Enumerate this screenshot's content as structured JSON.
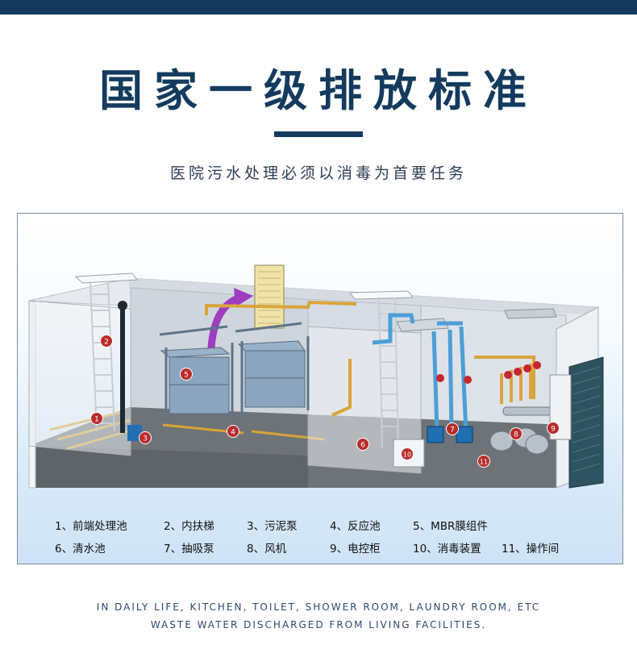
{
  "header": {
    "title": "国家一级排放标准",
    "subtitle": "医院污水处理必须以消毒为首要任务"
  },
  "diagram": {
    "markers": [
      "1",
      "2",
      "3",
      "4",
      "5",
      "6",
      "7",
      "8",
      "9",
      "10",
      "11"
    ],
    "legend": [
      [
        "1、前端处理池",
        "2、内扶梯",
        "3、污泥泵",
        "4、反应池",
        "5、MBR膜组件"
      ],
      [
        "6、清水池",
        "7、抽吸泵",
        "8、风机",
        "9、电控柜",
        "10、消毒装置",
        "11、操作间"
      ]
    ]
  },
  "footer": {
    "line1": "IN DAILY LIFE, KITCHEN, TOILET, SHOWER ROOM, LAUNDRY ROOM, ETC",
    "line2": "WASTE WATER DISCHARGED FROM LIVING FACILITIES."
  }
}
